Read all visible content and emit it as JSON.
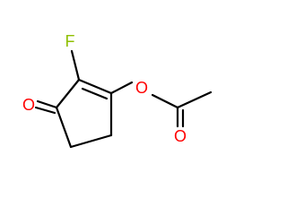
{
  "molecule": {
    "atoms": {
      "fluorine": "F",
      "ketone_oxygen": "O",
      "ester_oxygen": "O",
      "carbonyl_oxygen": "O"
    },
    "colors": {
      "bond": "#000000",
      "fluorine": "#8fbf00",
      "oxygen": "#ff0000",
      "background": "#ffffff"
    }
  }
}
